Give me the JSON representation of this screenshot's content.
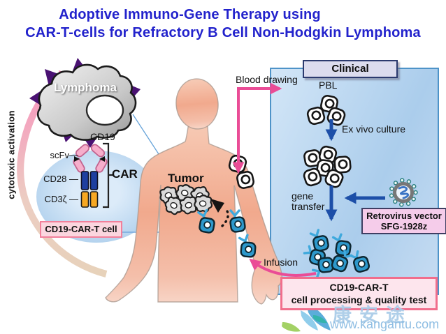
{
  "title": {
    "line1": "Adoptive Immuno-Gene Therapy using",
    "line2": "CAR-T-cells for Refractory B Cell Non-Hodgkin Lymphoma"
  },
  "left_cluster": {
    "cytotoxic_label": "cytotoxic activation",
    "lymphoma_label": "Lymphoma",
    "cd19_label": "CD19",
    "scfv_label": "scFv—",
    "cd28_label": "CD28 —",
    "cd3z_label": "CD3ζ —",
    "car_label": "CAR",
    "cart_cell_box_label": "CD19-CAR-T cell"
  },
  "body_area": {
    "tumor_label": "Tumor",
    "blood_drawing_label": "Blood drawing",
    "infusion_label": "Infusion"
  },
  "clinical": {
    "header": "Clinical",
    "pbl_label": "PBL",
    "ex_vivo_label": "Ex vivo culture",
    "gene_transfer_line1": "gene",
    "gene_transfer_line2": "transfer",
    "retrovirus_box_line1": "Retrovirus vector",
    "retrovirus_box_line2": "SFG-1928z",
    "processing_box_line1": "CD19-CAR-T",
    "processing_box_line2": "cell processing & quality test"
  },
  "watermark": {
    "cn_text": "康安途",
    "url_text": "www.kangantu.com"
  },
  "icons": {
    "virus": "virus-icon",
    "white_cell": "pbl-cell-icon",
    "blue_cell": "car-t-cell-icon",
    "y_receptor": "antibody-receptor-icon",
    "tumor_cell": "tumor-cell-icon",
    "leaf_logo": "kangantu-leaf-logo"
  },
  "colors": {
    "title_blue": "#2222CC",
    "pink_arrow": "#EA4C96",
    "process_arrow_blue": "#1D4FA8",
    "panel_border": "#4E93C8",
    "cart_cell_fill": "#2D98CB",
    "lymphoma_spike_purple": "#4A1273",
    "scfv_pink": "#F6AECB",
    "cd28_blue": "#1E3FA0",
    "cd3z_orange": "#F7A823",
    "box_pink_border": "#F16E8C",
    "watermark_blue": "#A9CBE8"
  }
}
